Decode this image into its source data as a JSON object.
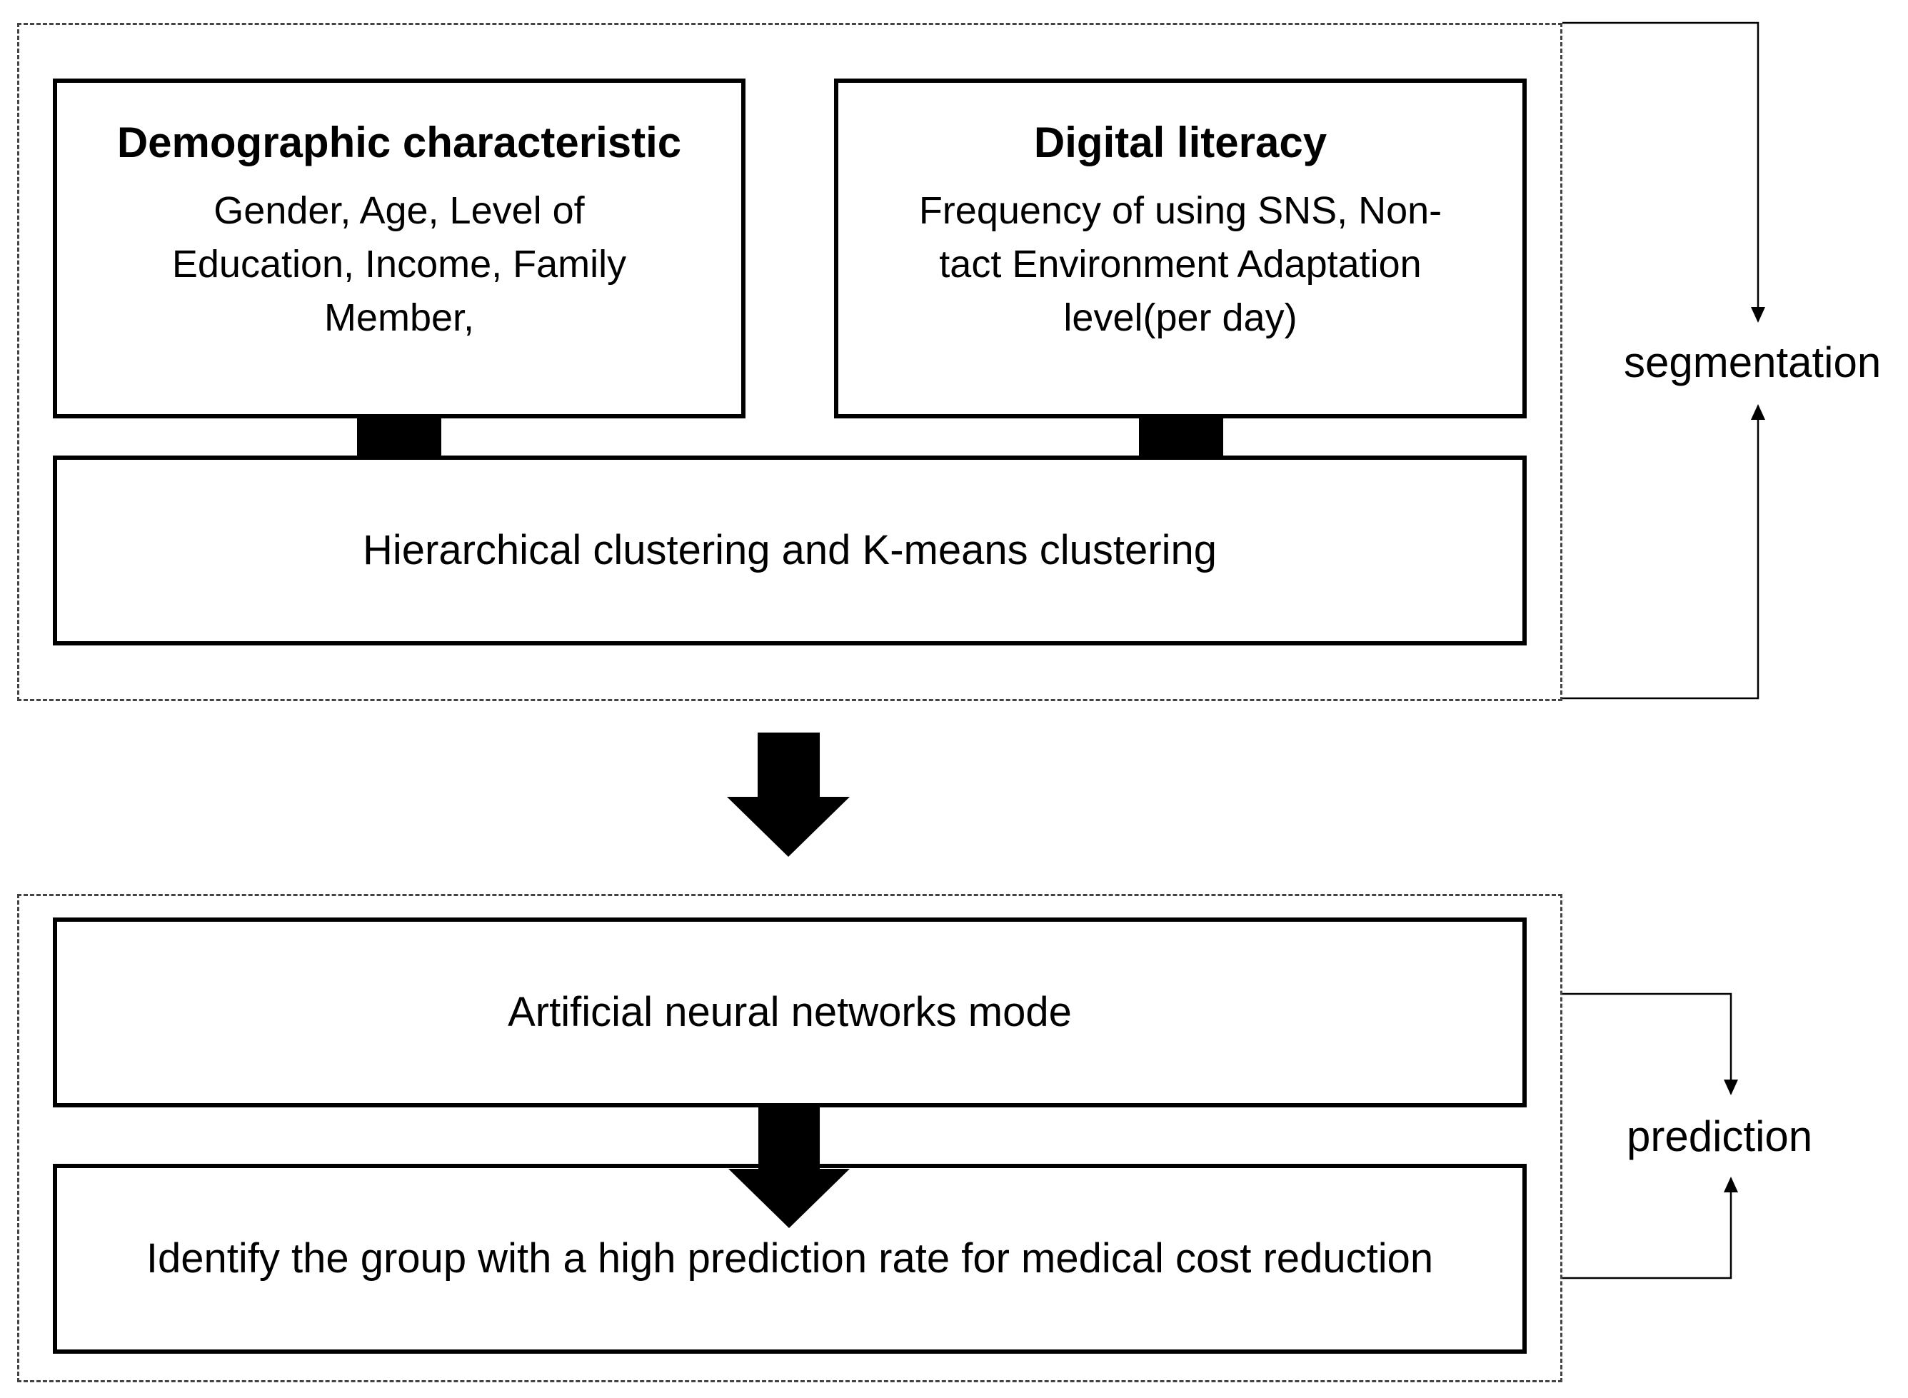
{
  "segmentation_section": {
    "demographic": {
      "title": "Demographic characteristic",
      "description_lines": [
        "Gender, Age, Level of",
        "Education, Income, Family",
        "Member,"
      ]
    },
    "digital_literacy": {
      "title": "Digital literacy",
      "description_lines": [
        "Frequency of using SNS, Non-",
        "tact Environment Adaptation",
        "level(per day)"
      ]
    },
    "clustering": {
      "text": "Hierarchical clustering and K-means clustering"
    },
    "side_label": "segmentation"
  },
  "prediction_section": {
    "ann": {
      "text": "Artificial neural networks mode"
    },
    "identify": {
      "text": "Identify the group with a high prediction rate for medical cost reduction"
    },
    "side_label": "prediction"
  },
  "colors": {
    "stroke": "#000000",
    "dashed_border": "#444444",
    "background": "#ffffff"
  }
}
